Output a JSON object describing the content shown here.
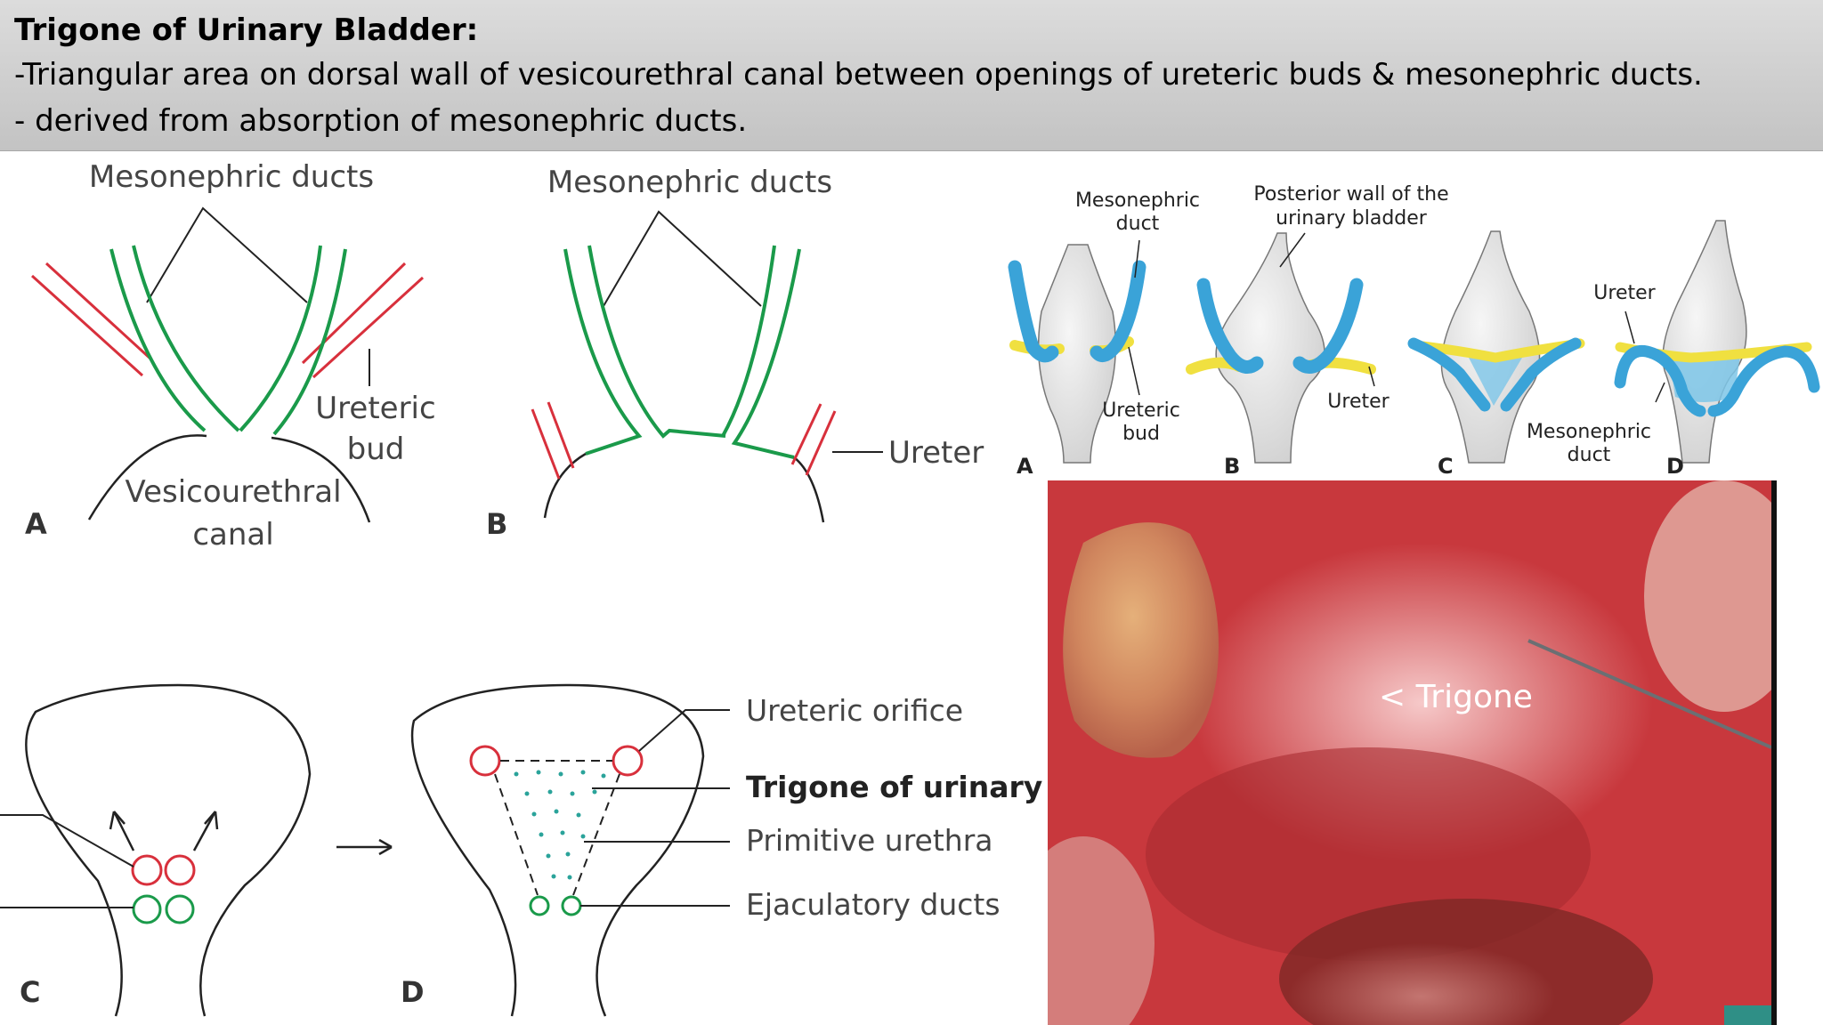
{
  "header": {
    "title": "Trigone of Urinary Bladder:",
    "line1": "-Triangular area on  dorsal wall of vesicourethral canal between openings of ureteric buds & mesonephric ducts.",
    "line2": "- derived from absorption of  mesonephric ducts."
  },
  "diagram_ab": {
    "panel_a": {
      "letter": "A",
      "mesonephric_label": "Mesonephric ducts",
      "ureteric_label_1": "Ureteric",
      "ureteric_label_2": "bud",
      "canal_label_1": "Vesicourethral",
      "canal_label_2": "canal"
    },
    "panel_b": {
      "letter": "B",
      "mesonephric_label": "Mesonephric ducts",
      "ureter_label": "Ureter"
    }
  },
  "diagram_cd": {
    "panel_c": {
      "letter": "C"
    },
    "panel_d": {
      "letter": "D",
      "ureteric_orifice": "Ureteric orifice",
      "trigone_label": "Trigone of urinary b",
      "primitive_urethra": "Primitive urethra",
      "ejaculatory_ducts": "Ejaculatory ducts"
    }
  },
  "colored_diagram": {
    "label_mesonephric_duct_1": "Mesonephric",
    "label_mesonephric_duct_2": "duct",
    "label_posterior_wall_1": "Posterior wall of the",
    "label_posterior_wall_2": "urinary bladder",
    "label_ureteric_bud_1": "Ureteric",
    "label_ureteric_bud_2": "bud",
    "label_ureter_b": "Ureter",
    "label_ureter_d": "Ureter",
    "label_mesonephric_d_1": "Mesonephric",
    "label_mesonephric_d_2": "duct",
    "letters": [
      "A",
      "B",
      "C",
      "D"
    ]
  },
  "photo": {
    "trigone_label": "< Trigone"
  },
  "colors": {
    "mesonephric": "#1a9a4a",
    "ureteric": "#d8303c",
    "duct_blue": "#3aa3d8",
    "ureter_yellow": "#f0e040",
    "dots": "#2aa39a"
  }
}
